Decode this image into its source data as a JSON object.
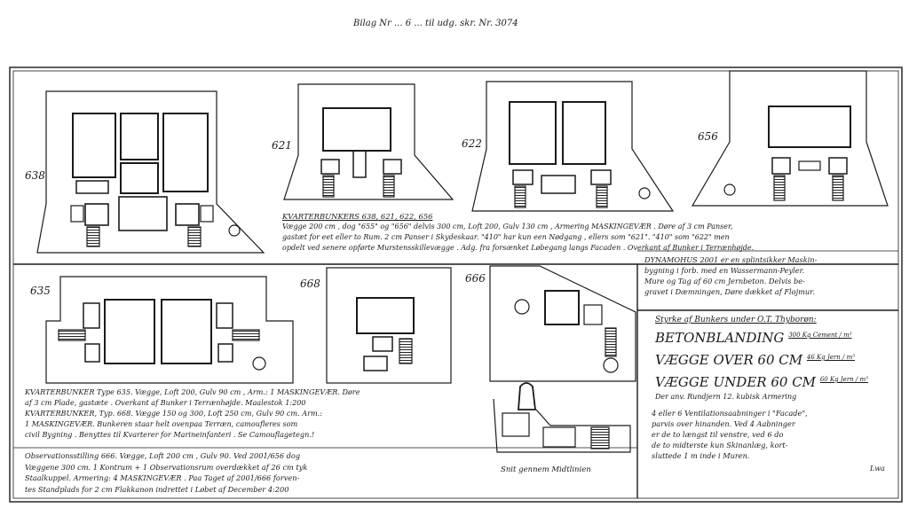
{
  "header": "Bilag Nr ... 6 ... til udg. skr. Nr. 3074",
  "plans": [
    {
      "id": "638",
      "label": "638"
    },
    {
      "id": "621",
      "label": "621"
    },
    {
      "id": "622",
      "label": "622"
    },
    {
      "id": "656",
      "label": "656"
    },
    {
      "id": "635",
      "label": "635"
    },
    {
      "id": "668",
      "label": "668"
    },
    {
      "id": "666",
      "label": "666"
    }
  ],
  "notes": {
    "kvarterbunkers": [
      "KVARTERBUNKERS 638, 621, 622, 656",
      "Vægge 200 cm , dog \"655\" og \"656\" delvis 300 cm, Loft 200, Gulv 130 cm , Armering MASKINGEVÆR . Døre af 3 cm Panser,",
      "gastæt for eet eller to Rum. 2 cm Panser i Skydeskaar. \"410\" har kun een Nødgang , ellers som \"621\". \"410\" som \"622\" men",
      "opdelt ved senere opførte Murstensskillevægge . Adg. fra forsænket Løbegang langs Facaden . Overkant af Bunker i Terrænhøjde."
    ],
    "dynamohus": [
      "DYNAMOHUS 2001 er en splintsikker Maskin-",
      "bygning i forb. med en Wassermann-Peyler.",
      "Mure og Tag af 60 cm Jernbeton. Delvis be-",
      "gravet i Dæmningen, Døre dækket af Flojmur."
    ],
    "styrke": {
      "title": "Styrke af Bunkers under O.T. Thyborøn:",
      "lines": [
        {
          "text": "BETONBLANDING",
          "amount": "300 Kg Cement / m³"
        },
        {
          "text": "VÆGGE OVER 60 CM",
          "amount": "46 Kg Jern / m³"
        },
        {
          "text": "VÆGGE UNDER 60 CM",
          "amount": "60 Kg Jern / m³"
        }
      ],
      "footer": "Der anv. Rundjern 12. kubisk Armering"
    },
    "ventilation": [
      "4 eller 6 Ventilationsaabninger i \"Facade\",",
      "parvis over hinanden. Ved 4 Aabninger",
      "er de to længst til venstre, ved 6 do",
      "de to midterste kun Skinanlæg, kort-",
      "sluttede 1 m inde i Muren."
    ],
    "kvarterbunker635": [
      "KVARTERBUNKER Type 635. Vægge, Loft 200, Gulv 90 cm , Arm.: 1 MASKINGEVÆR. Døre",
      "af 3 cm Plade, gastæte . Overkant af Bunker i Terrænhøjde.   Maalestok 1:200",
      "KVARTERBUNKER, Typ. 668. Vægge 150 og 300, Loft 250 cm, Gulv 90 cm. Arm.:",
      "1 MASKINGEVÆR. Bunkeren staar helt ovenpaa Terræn, camoufleres som",
      "civil Bygning . Benyttes til Kvarterer for Marineinfanteri . Se Camouflagetegn.!"
    ],
    "observation666": [
      "Observationsstilling 666. Vægge, Loft 200 cm , Gulv 90. Ved 2001/656 dog",
      "Væggene 300 cm. 1 Kontrum + 1 Observationsrum overdækket af 26 cm tyk",
      "Staalkuppel. Armering: 4 MASKINGEVÆR . Paa Taget af 2001/666 forven-",
      "tes Standplads for 2 cm Flakkanon indrettet i Løbet af December 4:200"
    ],
    "section_caption": "Snit gennem Midtlinien",
    "signature": "Lwa"
  }
}
